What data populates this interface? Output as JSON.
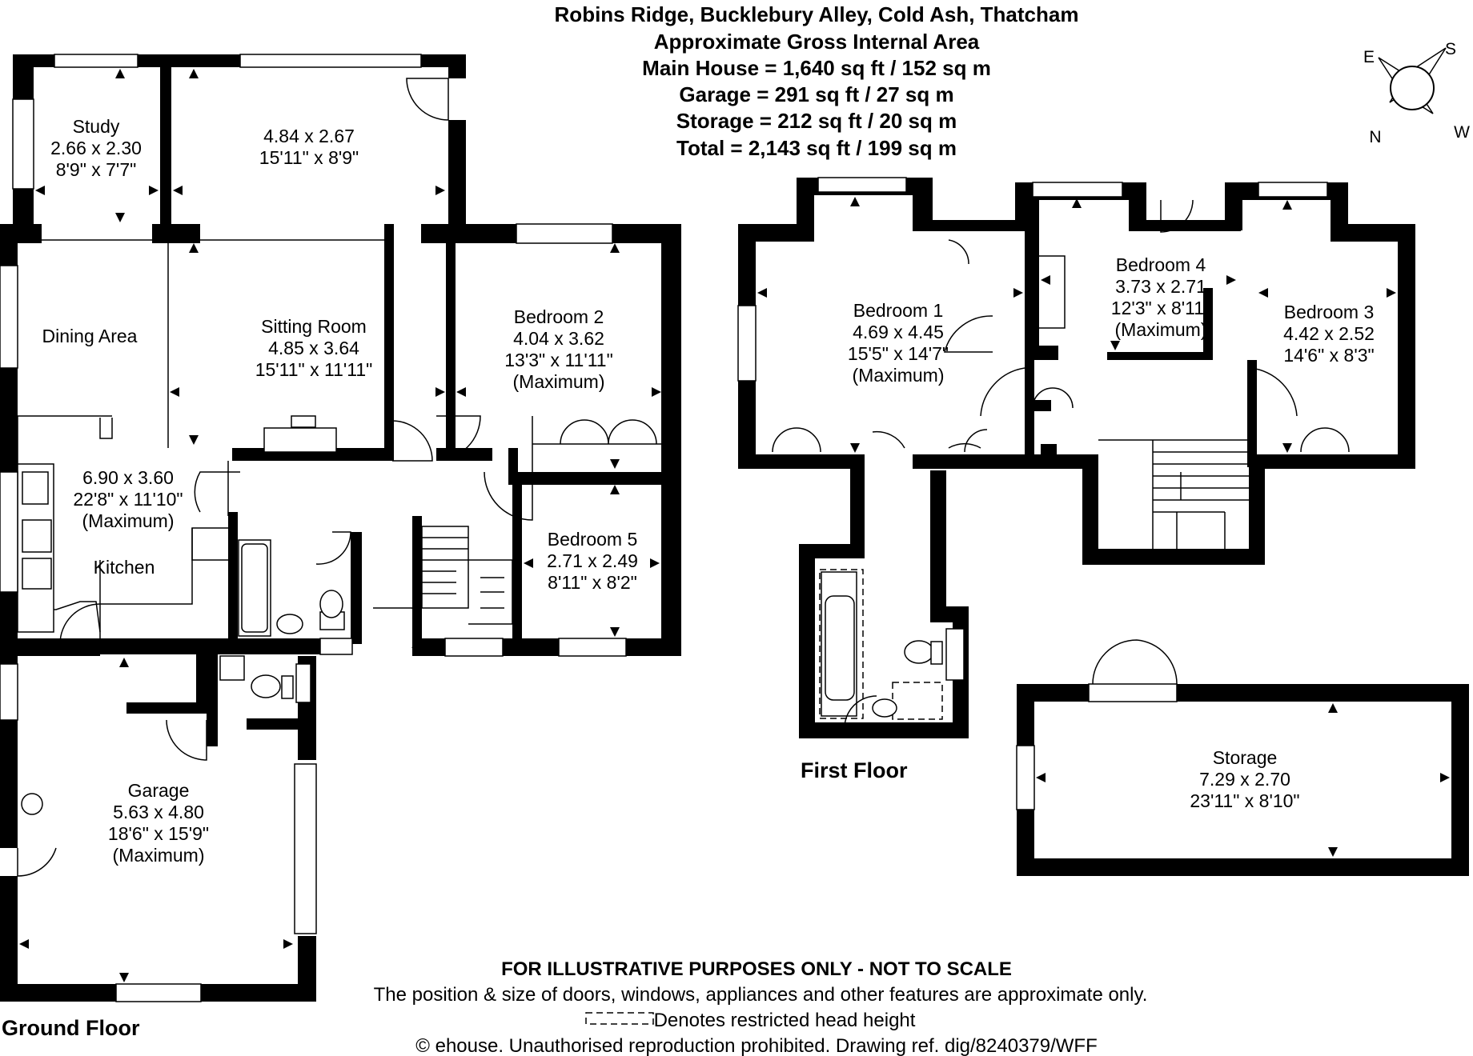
{
  "header": {
    "address": "Robins Ridge, Bucklebury Alley, Cold Ash, Thatcham",
    "area_title": "Approximate Gross Internal Area",
    "main_house": "Main House = 1,640 sq ft / 152 sq m",
    "garage": "Garage = 291 sq ft / 27 sq m",
    "storage": "Storage = 212 sq ft / 20 sq m",
    "total": "Total = 2,143 sq ft / 199 sq m"
  },
  "compass": {
    "e": "E",
    "s": "S",
    "n": "N",
    "w": "W"
  },
  "floors": {
    "ground": "Ground Floor",
    "first": "First Floor"
  },
  "rooms": {
    "study": {
      "name": "Study",
      "metric": "2.66 x 2.30",
      "imperial": "8'9\" x 7'7\""
    },
    "conservatory": {
      "metric": "4.84 x 2.67",
      "imperial": "15'11\" x 8'9\""
    },
    "dining": {
      "name": "Dining Area"
    },
    "sitting": {
      "name": "Sitting Room",
      "metric": "4.85 x 3.64",
      "imperial": "15'11\" x 11'11\""
    },
    "bedroom2": {
      "name": "Bedroom 2",
      "metric": "4.04 x 3.62",
      "imperial": "13'3\" x 11'11\"",
      "note": "(Maximum)"
    },
    "kitchen_dims": {
      "metric": "6.90 x 3.60",
      "imperial": "22'8\" x 11'10\"",
      "note": "(Maximum)"
    },
    "kitchen": {
      "name": "Kitchen"
    },
    "bedroom5": {
      "name": "Bedroom 5",
      "metric": "2.71 x 2.49",
      "imperial": "8'11\" x 8'2\""
    },
    "garage": {
      "name": "Garage",
      "metric": "5.63 x 4.80",
      "imperial": "18'6\" x 15'9\"",
      "note": "(Maximum)"
    },
    "bedroom1": {
      "name": "Bedroom 1",
      "metric": "4.69 x 4.45",
      "imperial": "15'5\" x 14'7\"",
      "note": "(Maximum)"
    },
    "bedroom4": {
      "name": "Bedroom 4",
      "metric": "3.73 x 2.71",
      "imperial": "12'3\" x 8'11\"",
      "note": "(Maximum)"
    },
    "bedroom3": {
      "name": "Bedroom 3",
      "metric": "4.42 x 2.52",
      "imperial": "14'6\" x 8'3\""
    },
    "storage": {
      "name": "Storage",
      "metric": "7.29 x 2.70",
      "imperial": "23'11\" x 8'10\""
    }
  },
  "footer": {
    "disclaimer": "FOR ILLUSTRATIVE PURPOSES ONLY - NOT TO SCALE",
    "approx": "The position & size of doors, windows, appliances and other features are approximate only.",
    "restricted": "Denotes restricted head height",
    "copyright": "© ehouse. Unauthorised reproduction prohibited. Drawing ref. dig/8240379/WFF"
  }
}
